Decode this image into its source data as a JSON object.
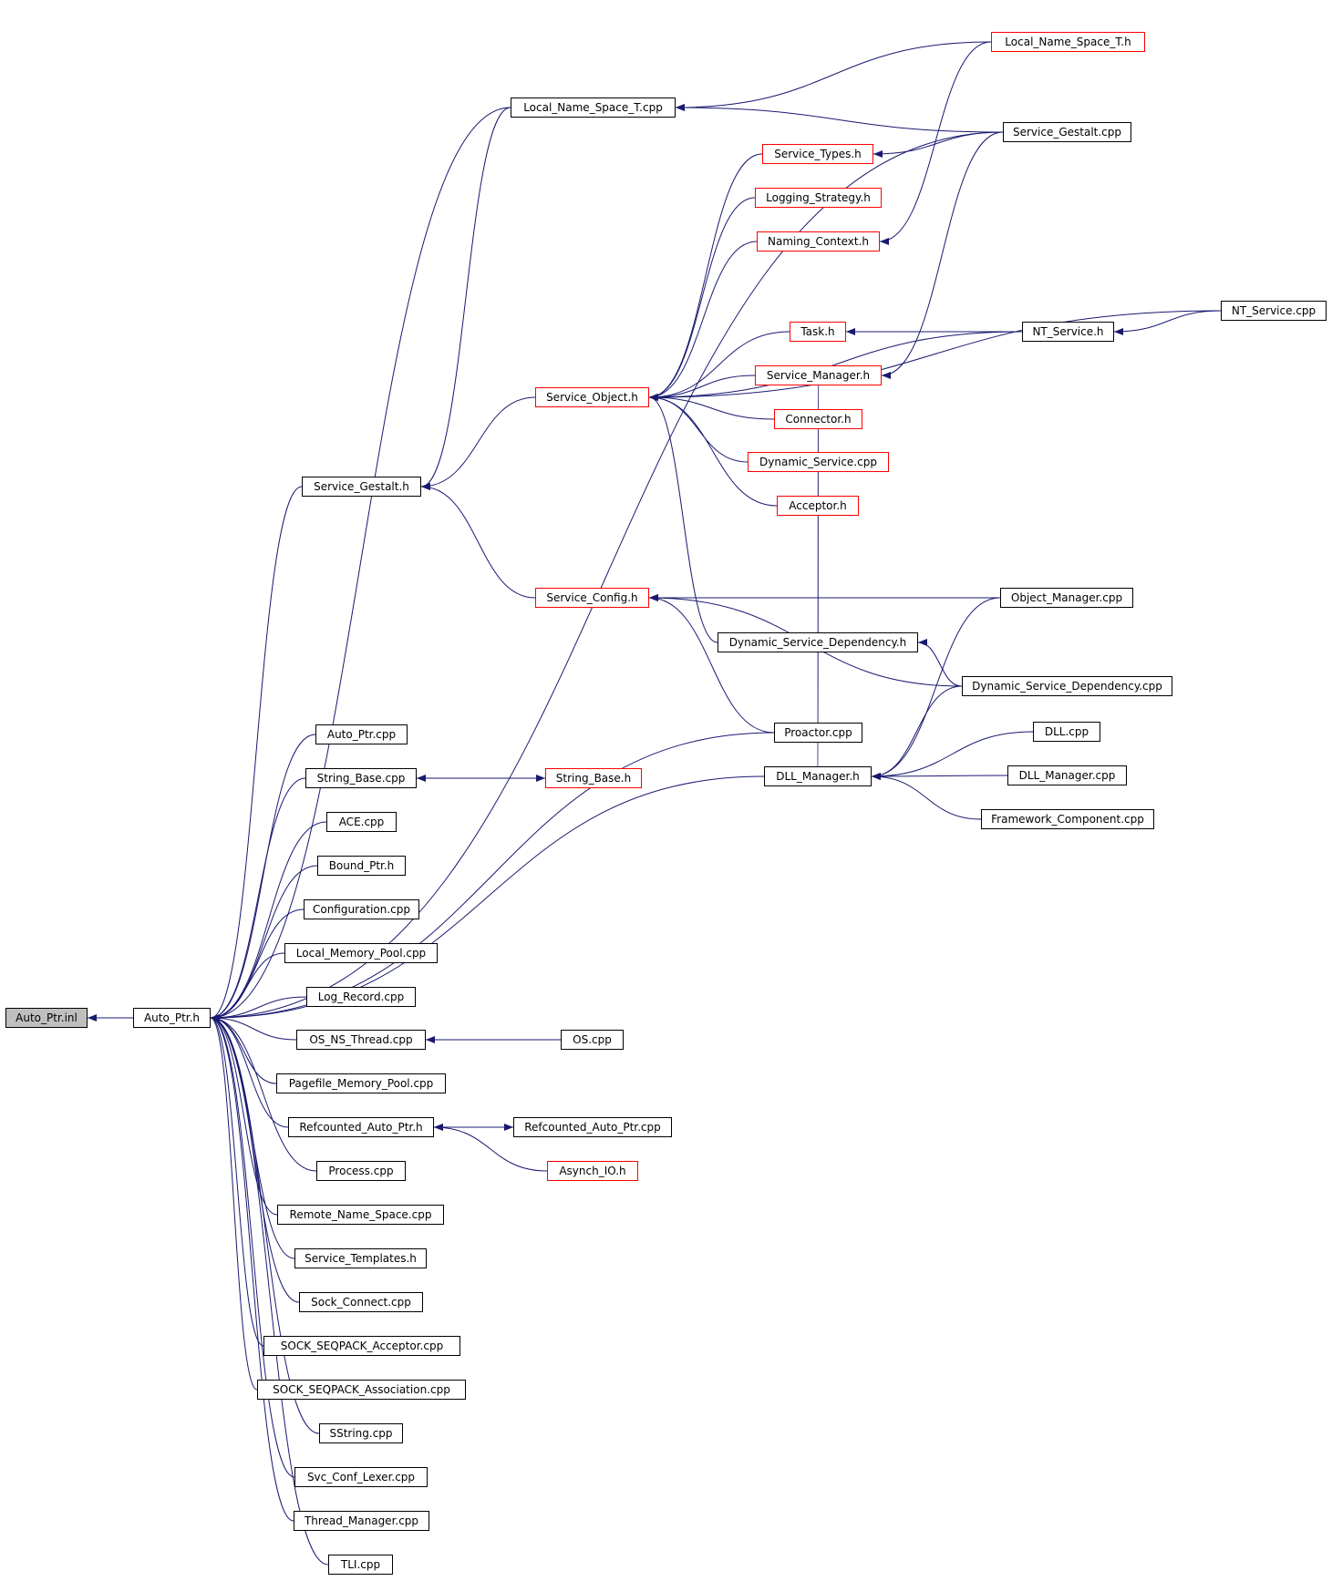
{
  "colors": {
    "edge": "#191970",
    "border_default": "#000000",
    "border_truncated": "#ff0000",
    "root_fill": "#bfbfbf"
  },
  "nodes": {
    "auto_ptr_inl": "Auto_Ptr.inl",
    "auto_ptr_h": "Auto_Ptr.h",
    "local_name_space_t_h": "Local_Name_Space_T.h",
    "local_name_space_t_cpp": "Local_Name_Space_T.cpp",
    "service_gestalt_cpp": "Service_Gestalt.cpp",
    "service_types_h": "Service_Types.h",
    "logging_strategy_h": "Logging_Strategy.h",
    "naming_context_h": "Naming_Context.h",
    "nt_service_cpp": "NT_Service.cpp",
    "task_h": "Task.h",
    "nt_service_h": "NT_Service.h",
    "service_manager_h": "Service_Manager.h",
    "service_object_h": "Service_Object.h",
    "connector_h": "Connector.h",
    "dynamic_service_cpp": "Dynamic_Service.cpp",
    "service_gestalt_h": "Service_Gestalt.h",
    "acceptor_h": "Acceptor.h",
    "service_config_h": "Service_Config.h",
    "object_manager_cpp": "Object_Manager.cpp",
    "dynamic_service_dependency_h": "Dynamic_Service_Dependency.h",
    "dynamic_service_dependency_cpp": "Dynamic_Service_Dependency.cpp",
    "proactor_cpp": "Proactor.cpp",
    "auto_ptr_cpp": "Auto_Ptr.cpp",
    "dll_cpp": "DLL.cpp",
    "string_base_cpp": "String_Base.cpp",
    "string_base_h": "String_Base.h",
    "dll_manager_h": "DLL_Manager.h",
    "dll_manager_cpp": "DLL_Manager.cpp",
    "ace_cpp": "ACE.cpp",
    "framework_component_cpp": "Framework_Component.cpp",
    "bound_ptr_h": "Bound_Ptr.h",
    "configuration_cpp": "Configuration.cpp",
    "local_memory_pool_cpp": "Local_Memory_Pool.cpp",
    "log_record_cpp": "Log_Record.cpp",
    "os_ns_thread_cpp": "OS_NS_Thread.cpp",
    "os_cpp": "OS.cpp",
    "pagefile_memory_pool_cpp": "Pagefile_Memory_Pool.cpp",
    "refcounted_auto_ptr_h": "Refcounted_Auto_Ptr.h",
    "refcounted_auto_ptr_cpp": "Refcounted_Auto_Ptr.cpp",
    "process_cpp": "Process.cpp",
    "asynch_io_h": "Asynch_IO.h",
    "remote_name_space_cpp": "Remote_Name_Space.cpp",
    "service_templates_h": "Service_Templates.h",
    "sock_connect_cpp": "Sock_Connect.cpp",
    "sock_seqpack_acceptor_cpp": "SOCK_SEQPACK_Acceptor.cpp",
    "sock_seqpack_association_cpp": "SOCK_SEQPACK_Association.cpp",
    "sstring_cpp": "SString.cpp",
    "svc_conf_lexer_cpp": "Svc_Conf_Lexer.cpp",
    "thread_manager_cpp": "Thread_Manager.cpp",
    "tli_cpp": "TLI.cpp"
  },
  "truncated_nodes": [
    "local_name_space_t_h",
    "service_types_h",
    "logging_strategy_h",
    "naming_context_h",
    "task_h",
    "service_manager_h",
    "service_object_h",
    "connector_h",
    "dynamic_service_cpp",
    "acceptor_h",
    "service_config_h",
    "string_base_h",
    "asynch_io_h"
  ],
  "edges": [
    [
      "auto_ptr_h",
      "auto_ptr_inl"
    ],
    [
      "service_gestalt_h",
      "auto_ptr_h"
    ],
    [
      "local_name_space_t_cpp",
      "auto_ptr_h"
    ],
    [
      "service_gestalt_cpp",
      "auto_ptr_h"
    ],
    [
      "proactor_cpp",
      "auto_ptr_h"
    ],
    [
      "dll_manager_h",
      "auto_ptr_h"
    ],
    [
      "auto_ptr_cpp",
      "auto_ptr_h"
    ],
    [
      "string_base_cpp",
      "auto_ptr_h"
    ],
    [
      "ace_cpp",
      "auto_ptr_h"
    ],
    [
      "bound_ptr_h",
      "auto_ptr_h"
    ],
    [
      "configuration_cpp",
      "auto_ptr_h"
    ],
    [
      "local_memory_pool_cpp",
      "auto_ptr_h"
    ],
    [
      "log_record_cpp",
      "auto_ptr_h"
    ],
    [
      "os_ns_thread_cpp",
      "auto_ptr_h"
    ],
    [
      "pagefile_memory_pool_cpp",
      "auto_ptr_h"
    ],
    [
      "refcounted_auto_ptr_h",
      "auto_ptr_h"
    ],
    [
      "process_cpp",
      "auto_ptr_h"
    ],
    [
      "remote_name_space_cpp",
      "auto_ptr_h"
    ],
    [
      "service_templates_h",
      "auto_ptr_h"
    ],
    [
      "sock_connect_cpp",
      "auto_ptr_h"
    ],
    [
      "sock_seqpack_acceptor_cpp",
      "auto_ptr_h"
    ],
    [
      "sock_seqpack_association_cpp",
      "auto_ptr_h"
    ],
    [
      "sstring_cpp",
      "auto_ptr_h"
    ],
    [
      "svc_conf_lexer_cpp",
      "auto_ptr_h"
    ],
    [
      "thread_manager_cpp",
      "auto_ptr_h"
    ],
    [
      "tli_cpp",
      "auto_ptr_h"
    ],
    [
      "local_name_space_t_h",
      "local_name_space_t_cpp"
    ],
    [
      "service_gestalt_cpp",
      "local_name_space_t_cpp"
    ],
    [
      "local_name_space_t_cpp",
      "service_gestalt_h"
    ],
    [
      "service_object_h",
      "service_gestalt_h"
    ],
    [
      "service_config_h",
      "service_gestalt_h"
    ],
    [
      "service_gestalt_cpp",
      "service_types_h"
    ],
    [
      "service_types_h",
      "service_object_h"
    ],
    [
      "logging_strategy_h",
      "service_object_h"
    ],
    [
      "naming_context_h",
      "service_object_h"
    ],
    [
      "local_name_space_t_h",
      "naming_context_h"
    ],
    [
      "nt_service_cpp",
      "service_object_h"
    ],
    [
      "task_h",
      "service_object_h"
    ],
    [
      "service_manager_h",
      "service_object_h"
    ],
    [
      "connector_h",
      "service_object_h"
    ],
    [
      "dynamic_service_cpp",
      "service_object_h"
    ],
    [
      "acceptor_h",
      "service_object_h"
    ],
    [
      "nt_service_h",
      "service_object_h"
    ],
    [
      "dynamic_service_dependency_h",
      "service_object_h"
    ],
    [
      "nt_service_h",
      "task_h"
    ],
    [
      "nt_service_cpp",
      "nt_service_h"
    ],
    [
      "service_gestalt_cpp",
      "service_manager_h"
    ],
    [
      "dll_manager_h",
      "service_manager_h"
    ],
    [
      "object_manager_cpp",
      "service_config_h"
    ],
    [
      "dynamic_service_dependency_cpp",
      "service_config_h"
    ],
    [
      "proactor_cpp",
      "service_config_h"
    ],
    [
      "dynamic_service_dependency_cpp",
      "dynamic_service_dependency_h"
    ],
    [
      "string_base_h",
      "string_base_cpp"
    ],
    [
      "string_base_cpp",
      "string_base_h"
    ],
    [
      "object_manager_cpp",
      "dll_manager_h"
    ],
    [
      "dynamic_service_dependency_cpp",
      "dll_manager_h"
    ],
    [
      "dll_cpp",
      "dll_manager_h"
    ],
    [
      "dll_manager_cpp",
      "dll_manager_h"
    ],
    [
      "framework_component_cpp",
      "dll_manager_h"
    ],
    [
      "os_cpp",
      "os_ns_thread_cpp"
    ],
    [
      "refcounted_auto_ptr_cpp",
      "refcounted_auto_ptr_h"
    ],
    [
      "refcounted_auto_ptr_h",
      "refcounted_auto_ptr_cpp"
    ],
    [
      "asynch_io_h",
      "refcounted_auto_ptr_h"
    ]
  ]
}
